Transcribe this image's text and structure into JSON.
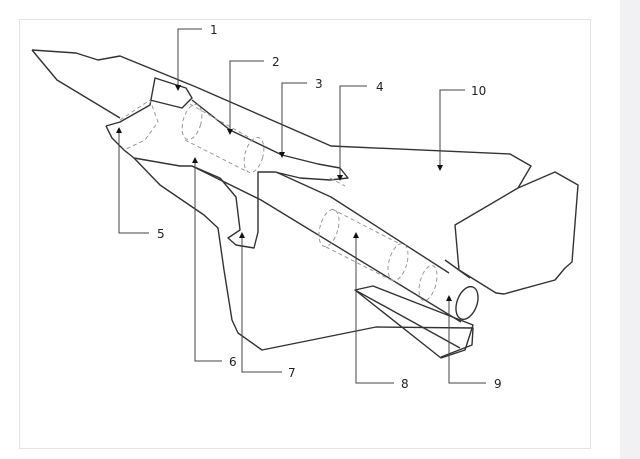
{
  "diagram": {
    "subject": "aircraft-cutaway",
    "labels": [
      "1",
      "2",
      "3",
      "4",
      "5",
      "6",
      "7",
      "8",
      "9",
      "10"
    ],
    "line_color": "#333333",
    "background": "#ffffff"
  }
}
